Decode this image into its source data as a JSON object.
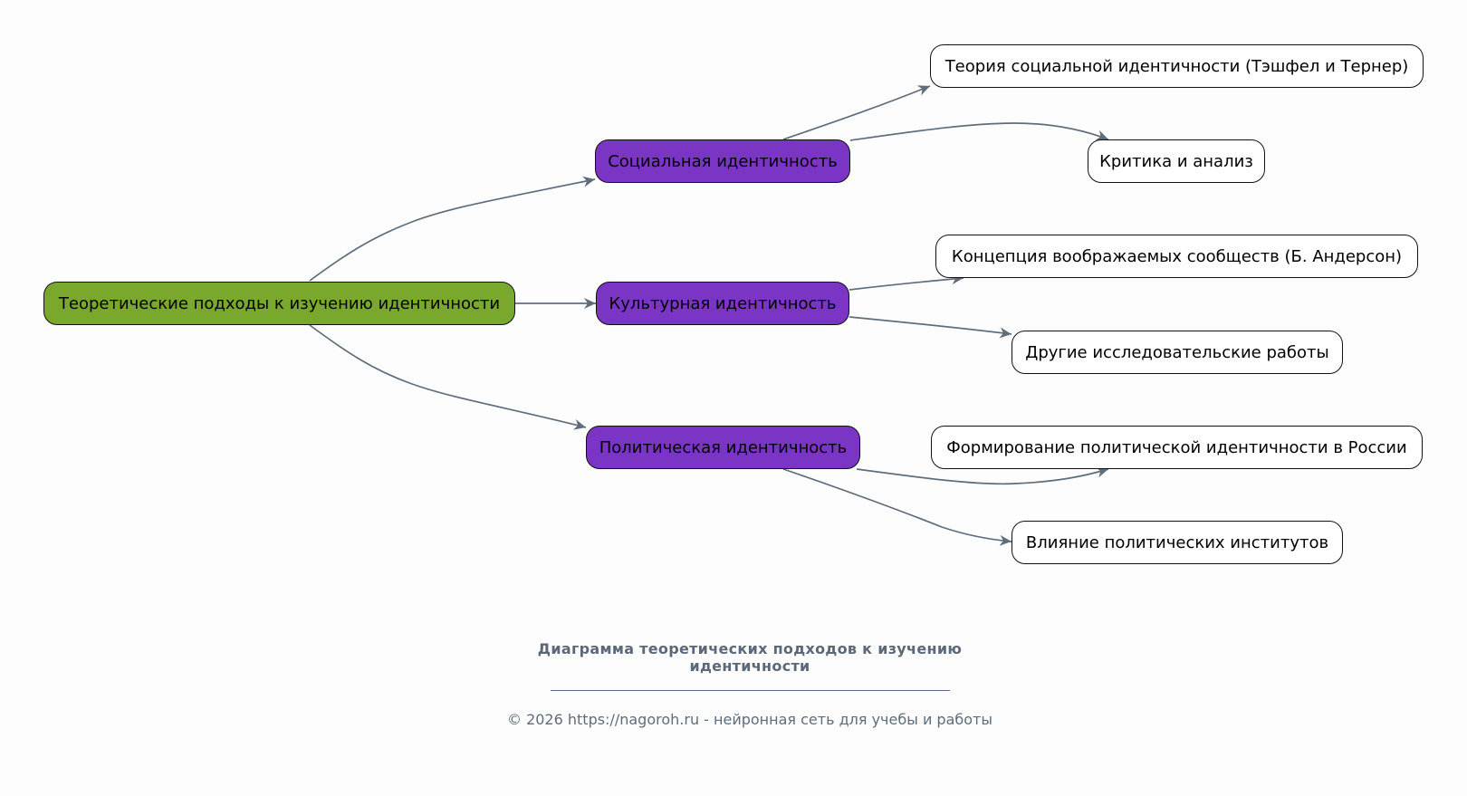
{
  "diagram": {
    "root": {
      "label": "Теоретические подходы к изучению идентичности",
      "color": "#7aa82d"
    },
    "branches": [
      {
        "label": "Социальная идентичность",
        "color": "#7b35c4",
        "children": [
          "Теория социальной идентичности (Тэшфел и Тернер)",
          "Критика и анализ"
        ]
      },
      {
        "label": "Культурная идентичность",
        "color": "#7b35c4",
        "children": [
          "Концепция воображаемых сообществ (Б. Андерсон)",
          "Другие исследовательские работы"
        ]
      },
      {
        "label": "Политическая идентичность",
        "color": "#7b35c4",
        "children": [
          "Формирование политической идентичности в России",
          "Влияние политических институтов"
        ]
      }
    ],
    "edge_color": "#5f6d7b"
  },
  "caption": {
    "title_line1": "Диаграмма теоретических подходов к изучению",
    "title_line2": "идентичности",
    "footer": "© 2026 https://nagoroh.ru - нейронная сеть для учебы и работы"
  }
}
